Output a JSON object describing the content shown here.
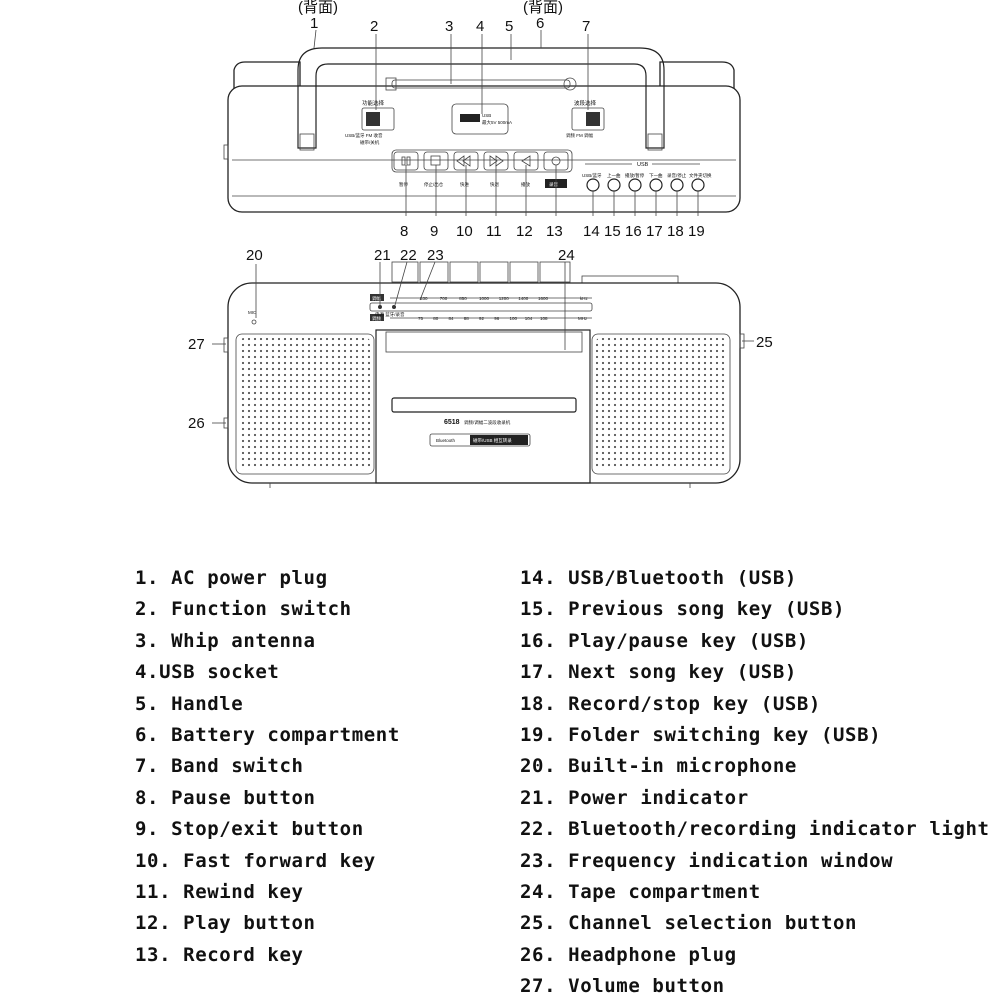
{
  "diagram": {
    "back_labels": [
      "(背面)",
      "(背面)"
    ],
    "top_callouts": [
      "1",
      "2",
      "3",
      "4",
      "5",
      "6",
      "7",
      "8",
      "9",
      "10",
      "11",
      "12",
      "13",
      "14",
      "15",
      "16",
      "17",
      "18",
      "19"
    ],
    "front_callouts": [
      "20",
      "21",
      "22",
      "23",
      "24",
      "25",
      "26",
      "27"
    ],
    "top_panel": {
      "usb_header": "USB",
      "function_switch_title": "功能选择",
      "function_switch_options": "USB/蓝牙  FM  收音",
      "function_switch_sub": "磁带/关机",
      "band_switch_title": "波段选择",
      "band_switch_options": "调频  FM  调幅",
      "usb_socket_label": "USB",
      "usb_socket_text": "最大5V 500mA",
      "deck_labels": [
        "暂停",
        "停止/出仓",
        "快进",
        "快退",
        "播放",
        "录音"
      ],
      "usb_key_labels": [
        "USB/蓝牙",
        "上一曲",
        "播放/暂停",
        "下一曲",
        "录音/停止",
        "文件夹切换"
      ]
    },
    "front_panel": {
      "mic_label": "MIC",
      "am_label": "调幅",
      "fm_label": "调频",
      "am_scale": [
        "530",
        "700",
        "850",
        "1000",
        "1200",
        "1400",
        "1600"
      ],
      "am_unit": "kHz",
      "fm_scale": [
        "75",
        "80",
        "84",
        "88",
        "92",
        "96",
        "100",
        "104",
        "108"
      ],
      "fm_unit": "MHz",
      "indicator_text": "电源  蓝牙/录音",
      "model": "6518",
      "model_sub": "调频/调幅二波段收录机",
      "bluetooth_label": "Bluetooth",
      "tape_usb_label": "磁带/USB 相互转录"
    }
  },
  "legend": {
    "left": [
      "1. AC power plug",
      "2. Function switch",
      "3. Whip antenna",
      "4.USB socket",
      "5. Handle",
      "6. Battery compartment",
      "7. Band switch",
      "8. Pause button",
      "9. Stop/exit button",
      "10. Fast forward key",
      "11. Rewind key",
      "12. Play button",
      "13. Record key"
    ],
    "right": [
      "14. USB/Bluetooth (USB)",
      "15. Previous song key (USB)",
      "16. Play/pause key (USB)",
      "17. Next song key (USB)",
      "18. Record/stop key (USB)",
      "19. Folder switching key (USB)",
      "20. Built-in microphone",
      "21. Power indicator",
      "22. Bluetooth/recording indicator light",
      "23. Frequency indication window",
      "24. Tape compartment",
      "25. Channel selection button",
      "26. Headphone plug",
      "27. Volume button"
    ]
  }
}
